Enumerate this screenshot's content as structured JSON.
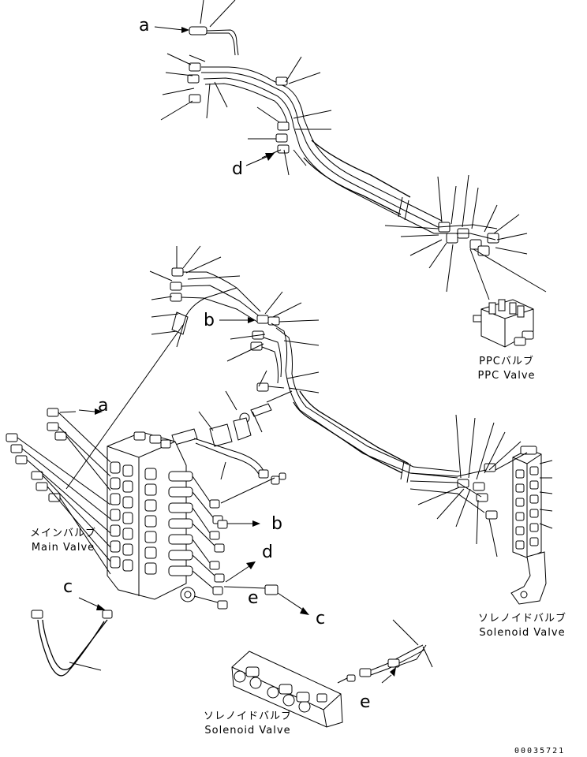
{
  "labels": {
    "a": "a",
    "b": "b",
    "c": "c",
    "d": "d",
    "e": "e"
  },
  "captions": {
    "ppc_jp": "PPCバルブ",
    "ppc_en": "PPC Valve",
    "main_jp": "メインバルブ",
    "main_en": "Main Valve",
    "sol_right_jp": "ソレノイドバルブ",
    "sol_right_en": "Solenoid Valve",
    "sol_bottom_jp": "ソレノイドバルブ",
    "sol_bottom_en": "Solenoid Valve"
  },
  "drawing_number": "00035721"
}
